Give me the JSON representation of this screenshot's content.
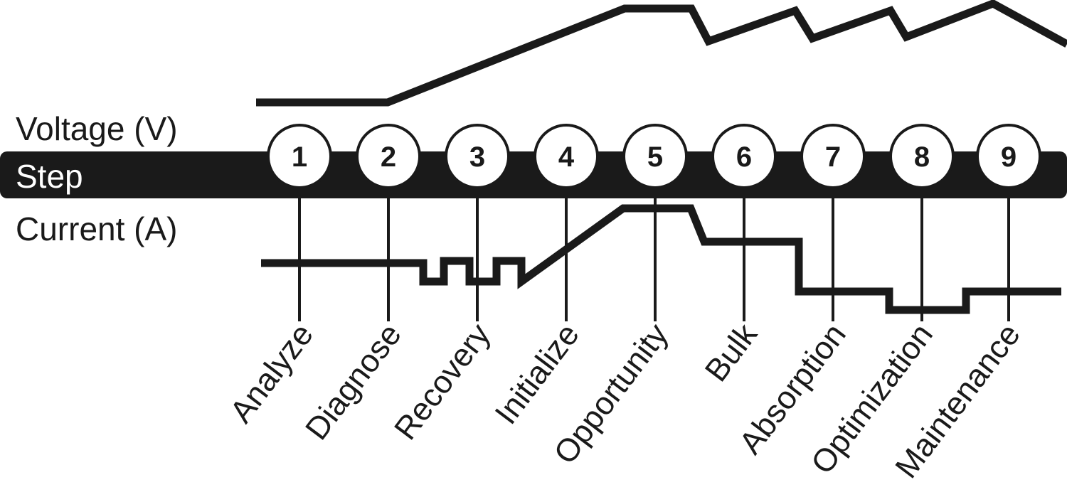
{
  "labels": {
    "voltage": "Voltage (V)",
    "step": "Step",
    "current": "Current (A)"
  },
  "steps": [
    {
      "number": "1",
      "name": "Analyze"
    },
    {
      "number": "2",
      "name": "Diagnose"
    },
    {
      "number": "3",
      "name": "Recovery"
    },
    {
      "number": "4",
      "name": "Initialize"
    },
    {
      "number": "5",
      "name": "Opportunity"
    },
    {
      "number": "6",
      "name": "Bulk"
    },
    {
      "number": "7",
      "name": "Absorption"
    },
    {
      "number": "8",
      "name": "Optimization"
    },
    {
      "number": "9",
      "name": "Maintenance"
    }
  ],
  "colors": {
    "ink": "#1a1a1a",
    "paper": "#ffffff"
  }
}
